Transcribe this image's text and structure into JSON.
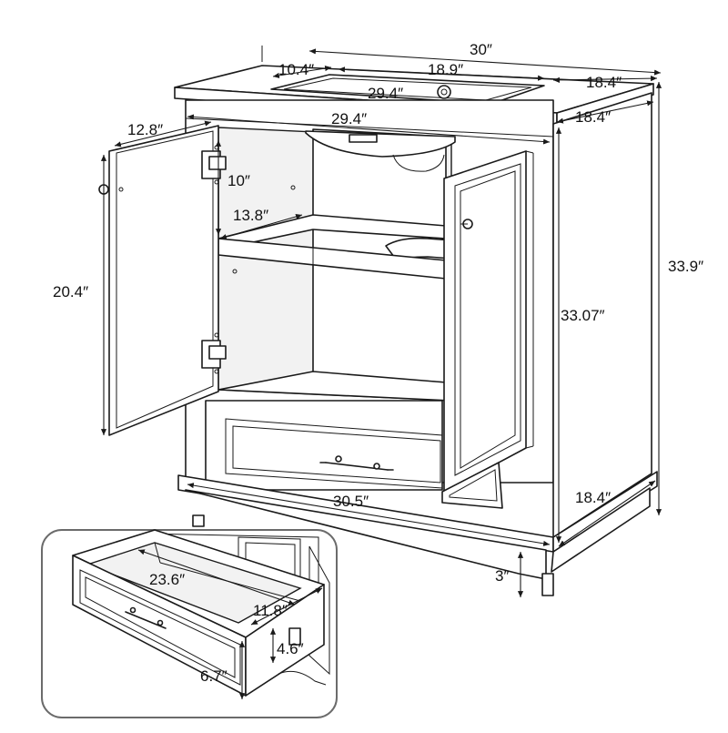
{
  "diagram": {
    "title": "",
    "main_view": {
      "countertop_width": "30″",
      "sink_left_offset": "10.4″",
      "sink_width": "18.9″",
      "countertop_depth": "18.4″",
      "sink_inner_width": "29.4″",
      "cabinet_depth": "18.4″",
      "cabinet_inner_width": "29.4″",
      "door_width": "12.8″",
      "shelf_height": "10″",
      "shelf_depth": "13.8″",
      "door_height": "20.4″",
      "total_height": "33.9″",
      "cabinet_height": "33.07″",
      "base_width": "30.5″",
      "base_depth": "18.4″",
      "leg_height": "3″"
    },
    "drawer_inset": {
      "drawer_length": "23.6″",
      "drawer_width": "11.8″",
      "drawer_inner_height": "4.6″",
      "drawer_front_height": "6.7″"
    },
    "colors": {
      "line": "#1a1a1a",
      "inset_border": "#6b6b6b",
      "background": "#ffffff"
    }
  }
}
